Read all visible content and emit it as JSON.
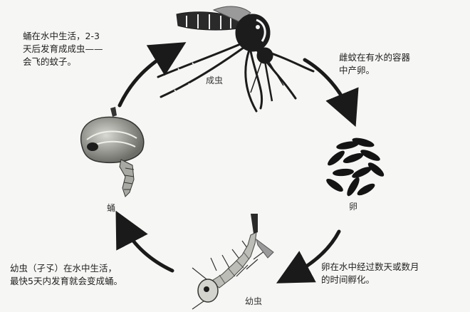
{
  "stages": {
    "adult": "成虫",
    "egg": "卵",
    "larva": "幼虫",
    "pupa": "蛹"
  },
  "descriptions": {
    "adult_lays_eggs": [
      "雌蚊在有水的容器",
      "中产卵。"
    ],
    "egg_hatch": [
      "卵在水中经过数天或数月",
      "的时间孵化。"
    ],
    "larva_to_pupa": [
      "幼虫（孑孓）在水中生活，",
      "最快5天内发育就会变成蛹。"
    ],
    "pupa_to_adult": [
      "蛹在水中生活，2-3",
      "天后发育成成虫——",
      "会飞的蚊子。"
    ]
  },
  "colors": {
    "background": "#f6f6f4",
    "arrow": "#1a1a1a",
    "insect": "#1c1c1c"
  }
}
